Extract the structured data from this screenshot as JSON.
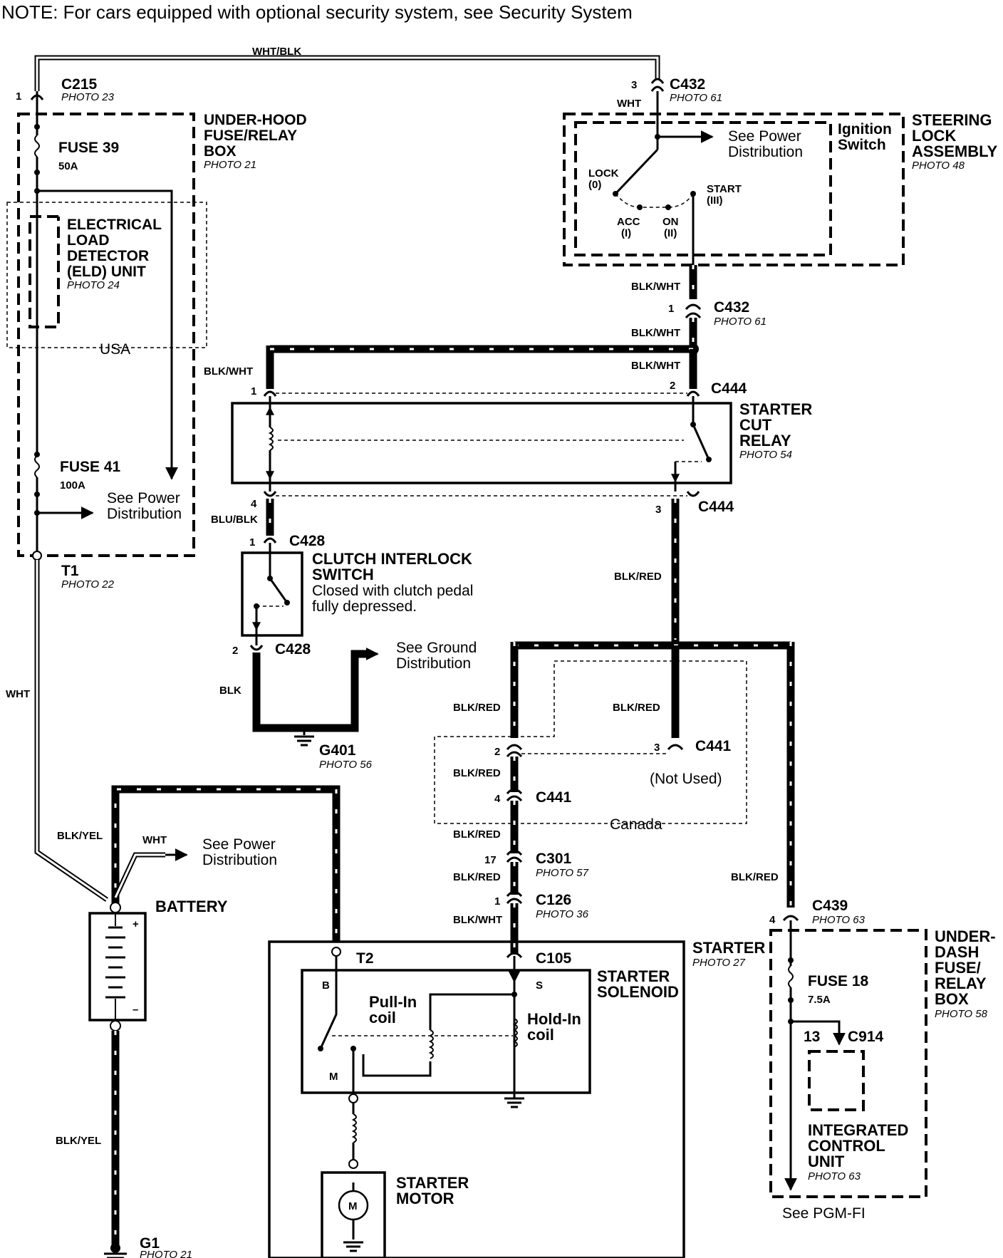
{
  "note": "NOTE: For cars equipped with optional security system, see Security System",
  "wires": {
    "wht_blk": "WHT/BLK",
    "wht_c432": "WHT",
    "blk_wht_a": "BLK/WHT",
    "blk_wht_b": "BLK/WHT",
    "blk_wht_c": "BLK/WHT",
    "blk_wht_d": "BLK/WHT",
    "blu_blk": "BLU/BLK",
    "blk_red_a": "BLK/RED",
    "blk": "BLK",
    "wht_left": "WHT",
    "blk_red_b": "BLK/RED",
    "blk_red_c": "BLK/RED",
    "blk_red_d": "BLK/RED",
    "blk_red_e": "BLK/RED",
    "blk_red_f": "BLK/RED",
    "blk_red_g": "BLK/RED",
    "blk_yel_a": "BLK/YEL",
    "wht_bat": "WHT",
    "blk_wht_e": "BLK/WHT",
    "blk_yel_b": "BLK/YEL"
  },
  "connectors": {
    "c215": {
      "name": "C215",
      "photo": "PHOTO 23",
      "pin": "1"
    },
    "c432_top": {
      "name": "C432",
      "photo": "PHOTO 61",
      "pin": "3"
    },
    "c432_bot": {
      "name": "C432",
      "photo": "PHOTO 61",
      "pin": "1"
    },
    "c444_top": {
      "name": "C444",
      "pin_left": "1",
      "pin_right": "2"
    },
    "c444_bot": {
      "name": "C444",
      "pin_left": "4",
      "pin_right": "3"
    },
    "c428_top": {
      "name": "C428",
      "pin": "1"
    },
    "c428_bot": {
      "name": "C428",
      "pin": "2"
    },
    "c441_a": {
      "name": "C441",
      "pin_left": "2",
      "pin_right": "3"
    },
    "c441_b": {
      "name": "C441",
      "pin": "4"
    },
    "c301": {
      "name": "C301",
      "photo": "PHOTO 57",
      "pin": "17"
    },
    "c126": {
      "name": "C126",
      "photo": "PHOTO 36",
      "pin": "1"
    },
    "c105": {
      "name": "C105"
    },
    "c439": {
      "name": "C439",
      "photo": "PHOTO 63",
      "pin": "4"
    },
    "c914": {
      "name": "C914",
      "pin": "13"
    },
    "t2": {
      "name": "T2"
    }
  },
  "components": {
    "underhood": {
      "line1": "UNDER-HOOD",
      "line2": "FUSE/RELAY",
      "line3": "BOX",
      "photo": "PHOTO 21"
    },
    "fuse39": {
      "name": "FUSE 39",
      "rating": "50A"
    },
    "eld": {
      "line1": "ELECTRICAL",
      "line2": "LOAD",
      "line3": "DETECTOR",
      "line4": "(ELD) UNIT",
      "photo": "PHOTO 24"
    },
    "usa": "USA",
    "fuse41": {
      "name": "FUSE 41",
      "rating": "100A"
    },
    "see_power_1": {
      "line1": "See Power",
      "line2": "Distribution"
    },
    "t1": {
      "name": "T1",
      "photo": "PHOTO 22"
    },
    "steering": {
      "line1": "STEERING",
      "line2": "LOCK",
      "line3": "ASSEMBLY",
      "photo": "PHOTO 48"
    },
    "ignition": {
      "line1": "Ignition",
      "line2": "Switch"
    },
    "see_power_2": {
      "line1": "See Power",
      "line2": "Distribution"
    },
    "positions": {
      "lock": "LOCK",
      "lock_n": "(0)",
      "acc": "ACC",
      "acc_n": "(I)",
      "on": "ON",
      "on_n": "(II)",
      "start": "START",
      "start_n": "(III)"
    },
    "relay": {
      "line1": "STARTER",
      "line2": "CUT",
      "line3": "RELAY",
      "photo": "PHOTO 54"
    },
    "clutch": {
      "line1": "CLUTCH INTERLOCK",
      "line2": "SWITCH",
      "line3": "Closed with clutch pedal",
      "line4": "fully depressed."
    },
    "see_ground": {
      "line1": "See Ground",
      "line2": "Distribution"
    },
    "g401": {
      "name": "G401",
      "photo": "PHOTO 56"
    },
    "not_used": "(Not Used)",
    "canada": "Canada",
    "see_power_3": {
      "line1": "See Power",
      "line2": "Distribution"
    },
    "battery": {
      "name": "BATTERY",
      "plus": "+",
      "minus": "–"
    },
    "starter": {
      "name": "STARTER",
      "photo": "PHOTO 27"
    },
    "solenoid": {
      "line1": "STARTER",
      "line2": "SOLENOID",
      "b": "B",
      "s": "S",
      "m": "M"
    },
    "pullin": {
      "line1": "Pull-In",
      "line2": "coil"
    },
    "holdin": {
      "line1": "Hold-In",
      "line2": "coil"
    },
    "motor": {
      "line1": "STARTER",
      "line2": "MOTOR",
      "m": "M"
    },
    "g1": {
      "name": "G1",
      "photo": "PHOTO 21"
    },
    "underdash": {
      "line1": "UNDER-",
      "line2": "DASH",
      "line3": "FUSE/",
      "line4": "RELAY",
      "line5": "BOX",
      "photo": "PHOTO 58"
    },
    "fuse18": {
      "name": "FUSE 18",
      "rating": "7.5A"
    },
    "icu": {
      "line1": "INTEGRATED",
      "line2": "CONTROL",
      "line3": "UNIT",
      "photo": "PHOTO 63"
    },
    "see_pgm": "See PGM-FI"
  }
}
